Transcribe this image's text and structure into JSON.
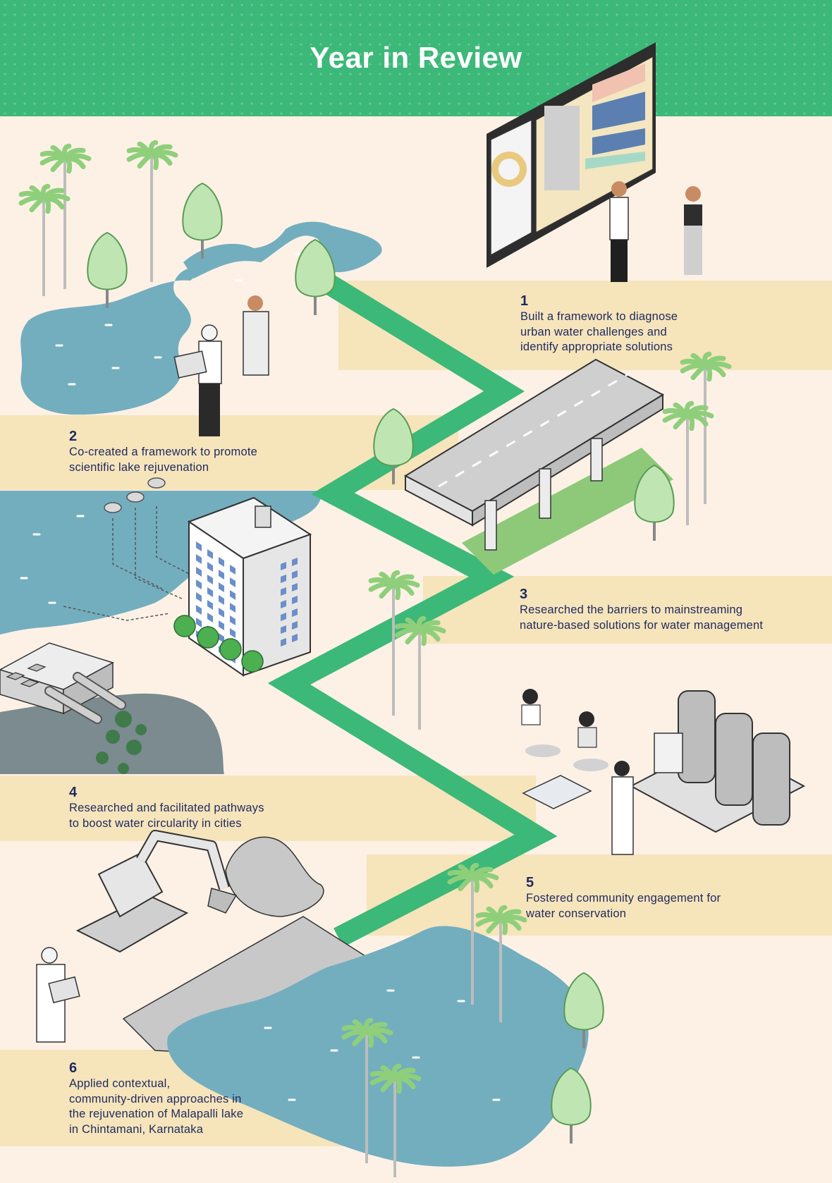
{
  "title": "Year in Review",
  "colors": {
    "header_green": "#3cb878",
    "path_green": "#3cb878",
    "background": "#fdf1e6",
    "band": "#f6e4bb",
    "water": "#73aebf",
    "text_navy": "#1e2a5e"
  },
  "milestones": [
    {
      "number": "1",
      "text": "Built a framework to diagnose\nurban water challenges and\nidentify appropriate solutions"
    },
    {
      "number": "2",
      "text": "Co-created a framework to promote\nscientific lake rejuvenation"
    },
    {
      "number": "3",
      "text": "Researched the barriers to mainstreaming\nnature-based solutions for water management"
    },
    {
      "number": "4",
      "text": "Researched and facilitated pathways\nto boost water circularity in cities"
    },
    {
      "number": "5",
      "text": "Fostered community engagement for\nwater conservation"
    },
    {
      "number": "6",
      "text": "Applied contextual,\ncommunity-driven approaches in\nthe rejuvenation of Malapalli lake\nin Chintamani, Karnataka"
    }
  ]
}
